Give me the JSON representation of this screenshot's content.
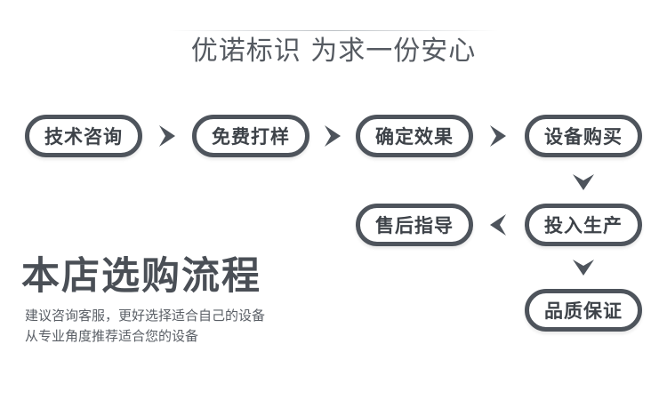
{
  "header": {
    "title": "优诺标识  为求一份安心"
  },
  "steps": [
    {
      "label": "技术咨询"
    },
    {
      "label": "免费打样"
    },
    {
      "label": "确定效果"
    },
    {
      "label": "设备购买"
    },
    {
      "label": "投入生产"
    },
    {
      "label": "售后指导"
    },
    {
      "label": "品质保证"
    }
  ],
  "arrows": {
    "color": "#4e545c",
    "icon": "chevron-icon"
  },
  "process": {
    "title": "本店选购流程",
    "line1": "建议咨询客服，更好选择适合自己的设备",
    "line2": "从专业角度推荐适合您的设备"
  },
  "colors": {
    "pill_border": "#4e545c",
    "text_dark": "#3d4248",
    "title_gray": "#555a61"
  }
}
